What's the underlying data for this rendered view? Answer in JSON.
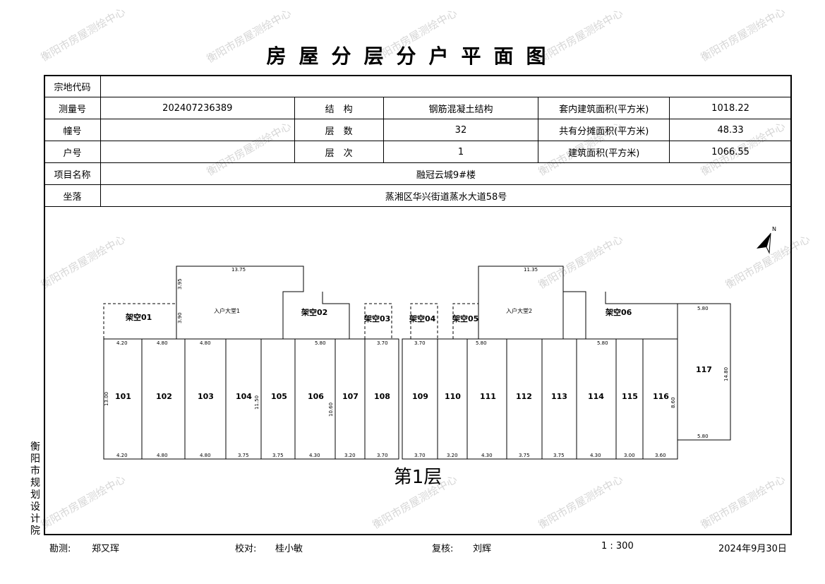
{
  "title": "房屋分层分户平面图",
  "watermark": "衡阳市房屋测绘中心",
  "info": {
    "zongdi_label": "宗地代码",
    "zongdi_value": "",
    "celiang_label": "测量号",
    "celiang_value": "202407236389",
    "jiegou_label": "结　构",
    "jiegou_value": "钢筋混凝土结构",
    "taonei_label": "套内建筑面积(平方米)",
    "taonei_value": "1018.22",
    "zhuang_label": "幢号",
    "zhuang_value": "",
    "cengshu_label": "层　数",
    "cengshu_value": "32",
    "gongtan_label": "共有分摊面积(平方米)",
    "gongtan_value": "48.33",
    "hu_label": "户号",
    "hu_value": "",
    "cengci_label": "层　次",
    "cengci_value": "1",
    "jianzhu_label": "建筑面积(平方米)",
    "jianzhu_value": "1066.55",
    "xiangmu_label": "项目名称",
    "xiangmu_value": "融冠云城9#楼",
    "zuoluo_label": "坐落",
    "zuoluo_value": "蒸湘区华兴街道蒸水大道58号"
  },
  "plan": {
    "floor_label": "第1层",
    "north": "N",
    "units": [
      "101",
      "102",
      "103",
      "104",
      "105",
      "106",
      "107",
      "108",
      "109",
      "110",
      "111",
      "112",
      "113",
      "114",
      "115",
      "116",
      "117"
    ],
    "voids": [
      "架空01",
      "架空02",
      "架空03",
      "架空04",
      "架空05",
      "架空06"
    ],
    "lobbies": [
      "入户大堂1",
      "入户大堂2"
    ],
    "top_dims": [
      "13.75",
      "11.35",
      "4.20",
      "4.80",
      "4.80",
      "5.80",
      "3.70",
      "3.70",
      "5.80",
      "5.80",
      "5.80"
    ],
    "bottom_dims": [
      "4.20",
      "4.80",
      "4.80",
      "3.75",
      "3.75",
      "4.30",
      "3.20",
      "3.70",
      "3.70",
      "3.20",
      "4.30",
      "3.75",
      "3.75",
      "4.30",
      "3.00",
      "3.60",
      "5.80"
    ],
    "side_dims": [
      "13.00",
      "11.50",
      "10.60",
      "3.95",
      "3.90",
      "14.80",
      "8.60"
    ]
  },
  "org": "衡阳市规划设计院",
  "footer": {
    "kance_label": "勘测:",
    "kance_value": "郑又珲",
    "jiaodui_label": "校对:",
    "jiaodui_value": "桂小敏",
    "fuhe_label": "复核:",
    "fuhe_value": "刘辉",
    "scale": "1 : 300",
    "date": "2024年9月30日"
  }
}
